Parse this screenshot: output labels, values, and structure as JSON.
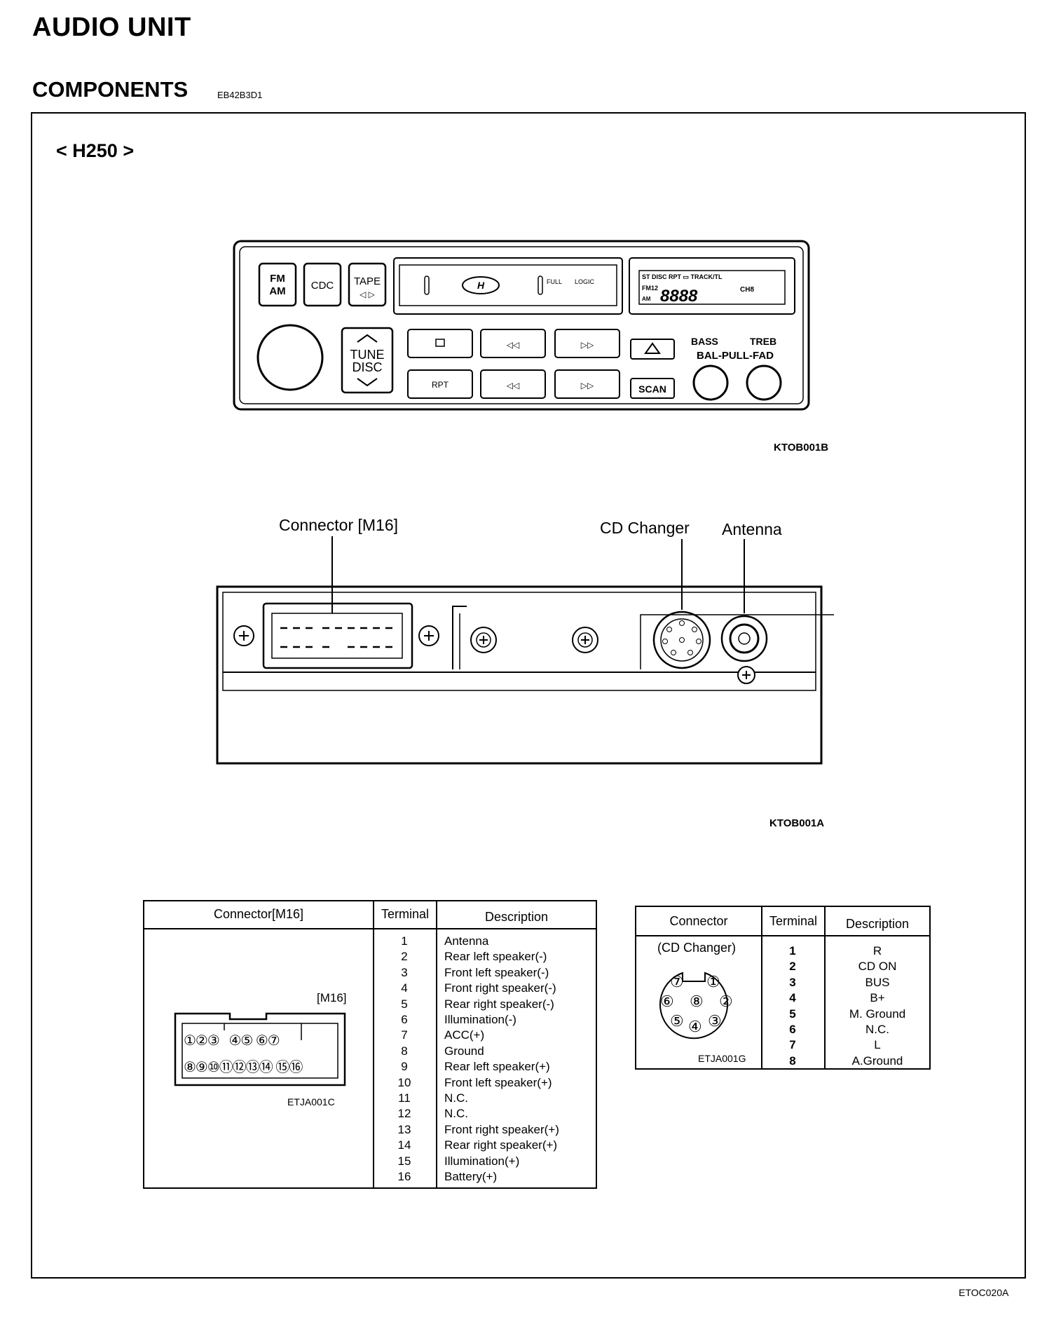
{
  "header": {
    "title": "AUDIO UNIT",
    "subtitle": "COMPONENTS",
    "subtitle_code": "EB42B3D1"
  },
  "model": "< H250 >",
  "front_panel": {
    "buttons": {
      "fm_am": [
        "FM",
        "AM"
      ],
      "cdc": "CDC",
      "tape": "TAPE",
      "tape_arrows": "◁ ▷",
      "tune_disc": [
        "TUNE",
        "DISC"
      ],
      "rpt": "RPT",
      "scan": "SCAN"
    },
    "display": {
      "full": "FULL",
      "logic": "LOGIC",
      "indicators": "ST DISC RPT ▭ TRACK/TL",
      "band": "FM12",
      "band2": "AM",
      "digits": "8888",
      "ch": "CH8"
    },
    "knob_labels": {
      "bass": "BASS",
      "treb": "TREB",
      "bal_fad": "BAL-PULL-FAD"
    },
    "figure_code": "KTOB001B"
  },
  "rear_panel": {
    "labels": {
      "connector": "Connector [M16]",
      "cd_changer": "CD Changer",
      "antenna": "Antenna"
    },
    "figure_code": "KTOB001A"
  },
  "table_m16": {
    "headers": [
      "Connector[M16]",
      "Terminal",
      "Description"
    ],
    "connector_label": "[M16]",
    "pin_row1": "①②③   ④⑤ ⑥⑦",
    "pin_row2": "⑧⑨⑩⑪⑫⑬⑭ ⑮⑯",
    "figure_code": "ETJA001C",
    "rows": [
      {
        "terminal": "1",
        "description": "Antenna"
      },
      {
        "terminal": "2",
        "description": "Rear left speaker(-)"
      },
      {
        "terminal": "3",
        "description": "Front left speaker(-)"
      },
      {
        "terminal": "4",
        "description": "Front right speaker(-)"
      },
      {
        "terminal": "5",
        "description": "Rear right speaker(-)"
      },
      {
        "terminal": "6",
        "description": "Illumination(-)"
      },
      {
        "terminal": "7",
        "description": "ACC(+)"
      },
      {
        "terminal": "8",
        "description": "Ground"
      },
      {
        "terminal": "9",
        "description": "Rear left speaker(+)"
      },
      {
        "terminal": "10",
        "description": "Front left speaker(+)"
      },
      {
        "terminal": "11",
        "description": "N.C."
      },
      {
        "terminal": "12",
        "description": "N.C."
      },
      {
        "terminal": "13",
        "description": "Front right speaker(+)"
      },
      {
        "terminal": "14",
        "description": "Rear right speaker(+)"
      },
      {
        "terminal": "15",
        "description": "Illumination(+)"
      },
      {
        "terminal": "16",
        "description": "Battery(+)"
      }
    ]
  },
  "table_cd": {
    "headers": [
      "Connector",
      "Terminal",
      "Description"
    ],
    "connector_label": "(CD Changer)",
    "pins": [
      "⑦",
      "①",
      "⑥",
      "⑧",
      "②",
      "⑤",
      "④",
      "③"
    ],
    "figure_code": "ETJA001G",
    "rows": [
      {
        "terminal": "1",
        "description": "R"
      },
      {
        "terminal": "2",
        "description": "CD ON"
      },
      {
        "terminal": "3",
        "description": "BUS"
      },
      {
        "terminal": "4",
        "description": "B+"
      },
      {
        "terminal": "5",
        "description": "M. Ground"
      },
      {
        "terminal": "6",
        "description": "N.C."
      },
      {
        "terminal": "7",
        "description": "L"
      },
      {
        "terminal": "8",
        "description": "A.Ground"
      }
    ]
  },
  "footer_code": "ETOC020A"
}
